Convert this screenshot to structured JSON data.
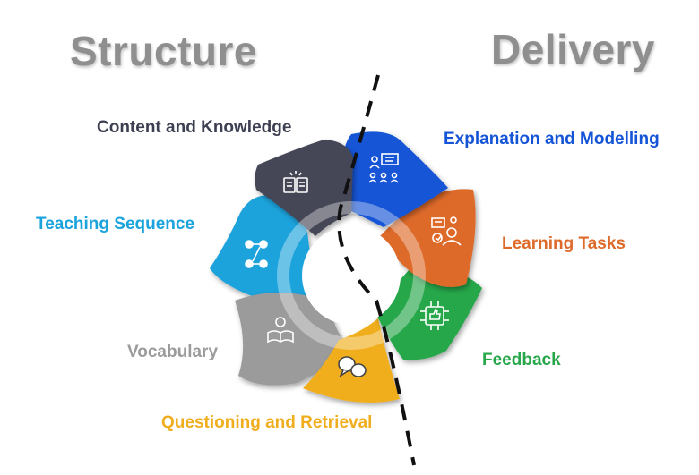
{
  "headings": {
    "structure": "Structure",
    "delivery": "Delivery"
  },
  "segments": [
    {
      "key": "content_knowledge",
      "label": "Content and Knowledge",
      "color": "#454656",
      "icon": "book-idea-icon"
    },
    {
      "key": "explanation_modelling",
      "label": "Explanation and Modelling",
      "color": "#1454d6",
      "icon": "presenter-audience-icon"
    },
    {
      "key": "learning_tasks",
      "label": "Learning Tasks",
      "color": "#de6a2a",
      "icon": "student-tasks-icon"
    },
    {
      "key": "feedback",
      "label": "Feedback",
      "color": "#27a74a",
      "icon": "thumbs-up-circuit-icon"
    },
    {
      "key": "questioning_retrieval",
      "label": "Questioning and Retrieval",
      "color": "#f0ae1e",
      "icon": "speech-bubbles-icon"
    },
    {
      "key": "vocabulary",
      "label": "Vocabulary",
      "color": "#9b9b9b",
      "icon": "reading-person-icon"
    },
    {
      "key": "teaching_sequence",
      "label": "Teaching Sequence",
      "color": "#1aa3dc",
      "icon": "sequence-nodes-icon"
    }
  ],
  "divider": "dashed"
}
